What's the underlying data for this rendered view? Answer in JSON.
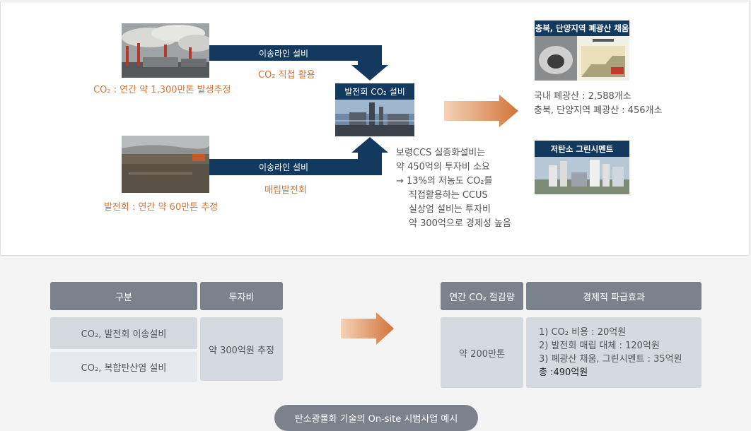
{
  "top": {
    "source1_caption": "CO₂ : 연간 약 1,300만톤 발생추정",
    "source2_caption": "발전회 : 연간 약 60만톤 추정",
    "pipeline1_label": "이송라인 설비",
    "pipeline1_sub": "CO₂ 직접 활용",
    "pipeline2_label": "이송라인 설비",
    "pipeline2_sub": "매립발전회",
    "facility_title": "발전회 CO₂ 설비",
    "facility_notes": [
      "보령CCS 실증화설비는",
      "약 450억의 투자비 소요",
      "→ 13%의 저농도 CO₂를",
      "직접활용하는 CCUS",
      "실상엄 설비는 투자비",
      "약 300억으로 경제성 높음"
    ],
    "mine_title": "충북, 단양지역 폐광산 채움",
    "mine_stats": [
      "국내 폐광산 : 2,588개소",
      "충북, 단양지역 폐광산 : 456개소"
    ],
    "cement_title": "저탄소 그린시멘트"
  },
  "table_left": {
    "col1_header": "구분",
    "col2_header": "투자비",
    "rows": [
      "CO₂, 발전회 이송설비",
      "CO₂, 복합탄산염 설비"
    ],
    "investment": "약 300억원 추정"
  },
  "table_right": {
    "col1_header": "연간 CO₂  절감량",
    "col2_header": "경제적 파급효과",
    "reduction": "약 200만톤",
    "effects": [
      "1) CO₂ 비용 : 20억원",
      "2) 발전회 매립 대체 : 120억원",
      "3) 폐광산 채움, 그린시멘트 : 35억원"
    ],
    "total": "총 :490억원"
  },
  "footer_label": "탄소광물화 기술의 On-site 시범사업 예시",
  "colors": {
    "navy": "#133a5e",
    "orange": "#d2743a",
    "header_gray": "#7c828c"
  }
}
